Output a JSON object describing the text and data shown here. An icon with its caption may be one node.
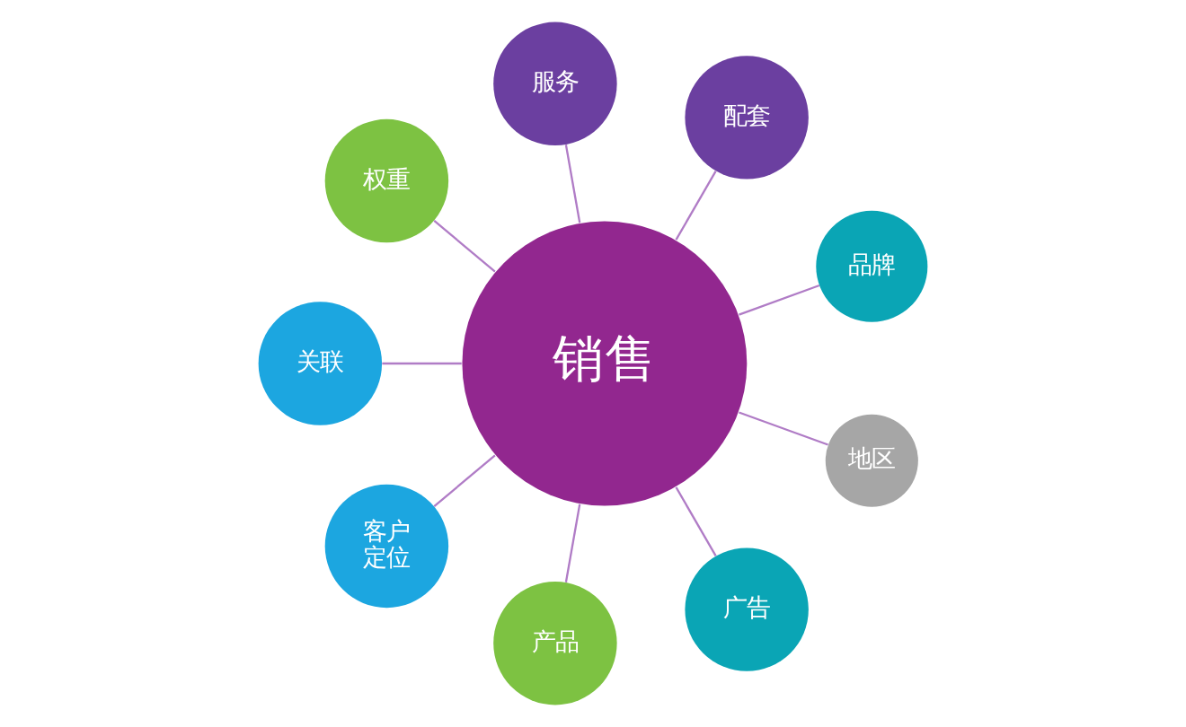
{
  "diagram": {
    "nodes": [
      {
        "text": [
          "销售"
        ]
      },
      {
        "text": [
          "品牌"
        ]
      },
      {
        "text": [
          "配套"
        ]
      },
      {
        "text": [
          "服务"
        ]
      },
      {
        "text": [
          "权重"
        ]
      },
      {
        "text": [
          "关联"
        ]
      },
      {
        "text": [
          "客户定位"
        ]
      },
      {
        "text": [
          "产品"
        ]
      },
      {
        "text": [
          "广告"
        ]
      },
      {
        "text": [
          "地区"
        ]
      }
    ],
    "edges": [
      {
        "from": 0,
        "to": 1,
        "arrow": "none"
      },
      {
        "from": 0,
        "to": 2,
        "arrow": "none"
      },
      {
        "from": 0,
        "to": 3,
        "arrow": "none"
      },
      {
        "from": 0,
        "to": 4,
        "arrow": "none"
      },
      {
        "from": 0,
        "to": 5,
        "arrow": "none"
      },
      {
        "from": 0,
        "to": 6,
        "arrow": "none"
      },
      {
        "from": 0,
        "to": 7,
        "arrow": "none"
      },
      {
        "from": 0,
        "to": 8,
        "arrow": "none"
      },
      {
        "from": 0,
        "to": 9,
        "arrow": "none"
      }
    ]
  }
}
